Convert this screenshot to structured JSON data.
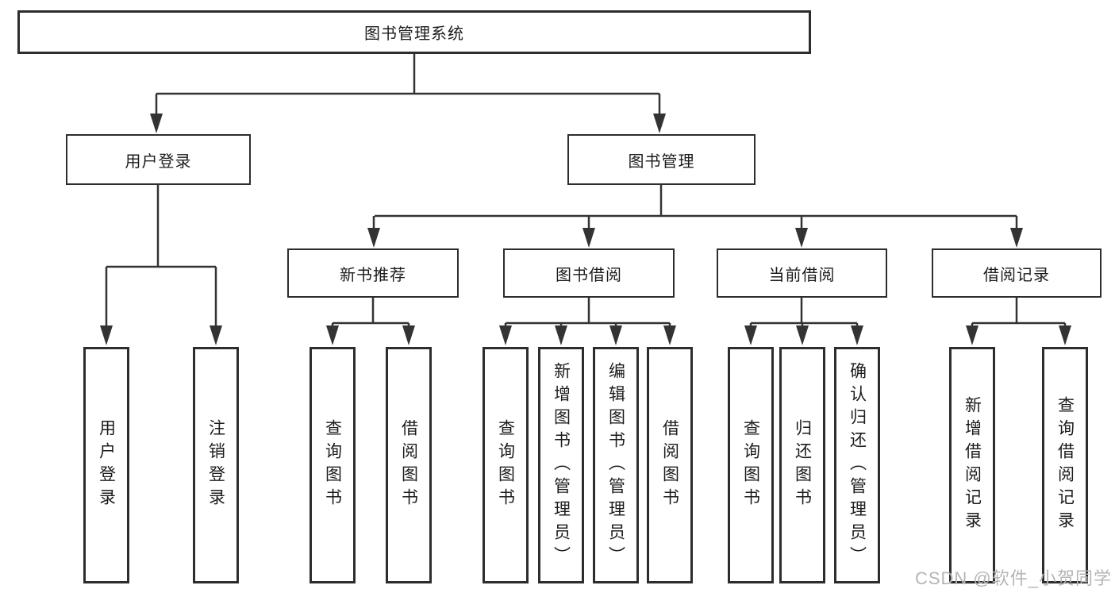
{
  "diagram": {
    "watermark": "CSDN @软件_小贺同学",
    "colors": {
      "line": "#333333",
      "node_border": "#2d2d2d",
      "node_text": "#1c1c1c",
      "watermark_text": "#b5b5b5",
      "background": "#ffffff"
    },
    "tree": {
      "root": {
        "label": "图书管理系统"
      },
      "children": [
        {
          "label": "用户登录",
          "children": [
            {
              "label": "用户登录"
            },
            {
              "label": "注销登录"
            }
          ]
        },
        {
          "label": "图书管理",
          "children": [
            {
              "label": "新书推荐",
              "children": [
                {
                  "label": "查询图书"
                },
                {
                  "label": "借阅图书"
                }
              ]
            },
            {
              "label": "图书借阅",
              "children": [
                {
                  "label": "查询图书"
                },
                {
                  "label": "新增图书（管理员）"
                },
                {
                  "label": "编辑图书（管理员）"
                },
                {
                  "label": "借阅图书"
                }
              ]
            },
            {
              "label": "当前借阅",
              "children": [
                {
                  "label": "查询图书"
                },
                {
                  "label": "归还图书"
                },
                {
                  "label": "确认归还（管理员）"
                }
              ]
            },
            {
              "label": "借阅记录",
              "children": [
                {
                  "label": "新增借阅记录"
                },
                {
                  "label": "查询借阅记录"
                }
              ]
            }
          ]
        }
      ]
    }
  }
}
